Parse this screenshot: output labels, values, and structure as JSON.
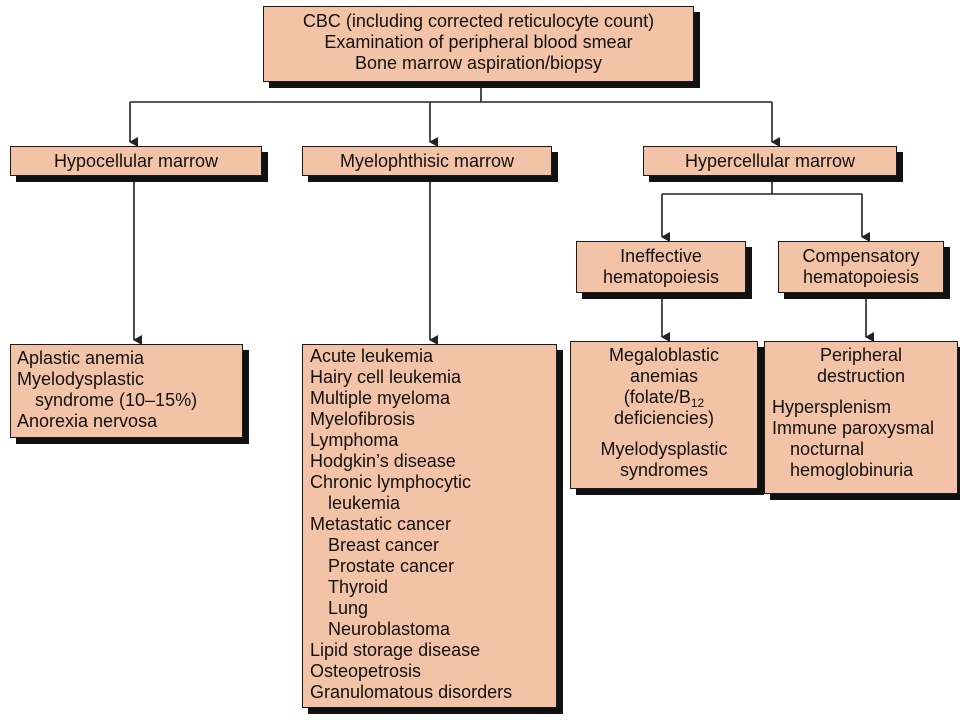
{
  "top": {
    "lines": [
      "CBC (including corrected reticulocyte count)",
      "Examination of peripheral blood smear",
      "Bone marrow aspiration/biopsy"
    ]
  },
  "categories": {
    "hypocellular": "Hypocellular marrow",
    "myelophthisic": "Myelophthisic marrow",
    "hypercellular": "Hypercellular marrow"
  },
  "subcategories": {
    "ineffective": [
      "Ineffective",
      "hematopoiesis"
    ],
    "compensatory": [
      "Compensatory",
      "hematopoiesis"
    ]
  },
  "hypocellular_causes": {
    "aplastic": "Aplastic anemia",
    "mds_1": "Myelodysplastic",
    "mds_2": "syndrome (10–15%)",
    "anorexia": "Anorexia nervosa"
  },
  "myelophthisic_causes": {
    "items": [
      "Acute leukemia",
      "Hairy cell leukemia",
      "Multiple myeloma",
      "Myelofibrosis",
      "Lymphoma",
      "Hodgkin’s disease",
      "Chronic lymphocytic",
      "leukemia",
      "Metastatic cancer",
      "Breast cancer",
      "Prostate cancer",
      "Thyroid",
      "Lung",
      "Neuroblastoma",
      "Lipid storage disease",
      "Osteopetrosis",
      "Granulomatous disorders"
    ]
  },
  "ineffective_causes": {
    "megaloblastic_1": "Megaloblastic",
    "megaloblastic_2": "anemias",
    "folate_prefix": "(folate/B",
    "b12_subscript": "12",
    "deficiencies": "deficiencies)",
    "mds_1": "Myelodysplastic",
    "mds_2": "syndromes"
  },
  "compensatory_causes": {
    "peripheral_1": "Peripheral",
    "peripheral_2": "destruction",
    "hypersplenism": "Hypersplenism",
    "pnh_1": "Immune paroxysmal",
    "pnh_2": "nocturnal",
    "pnh_3": "hemoglobinuria"
  },
  "colors": {
    "box_fill": "#f3c3a8",
    "border": "#1a1a1a",
    "shadow": "#111111",
    "line": "#222222"
  }
}
